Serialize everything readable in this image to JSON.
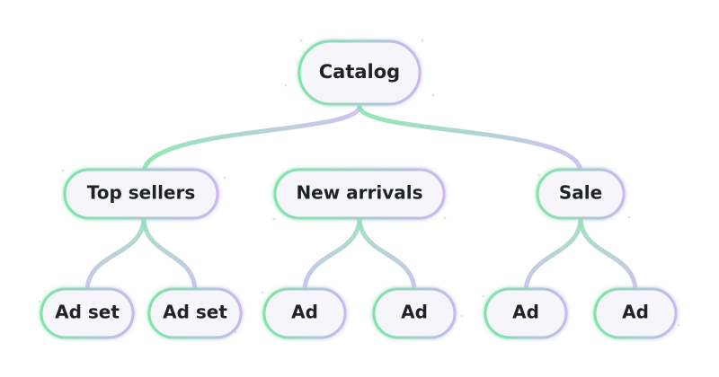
{
  "diagram": {
    "root": {
      "label": "Catalog"
    },
    "mid": [
      {
        "label": "Top sellers"
      },
      {
        "label": "New arrivals"
      },
      {
        "label": "Sale"
      }
    ],
    "leaves": [
      {
        "label": "Ad set"
      },
      {
        "label": "Ad set"
      },
      {
        "label": "Ad"
      },
      {
        "label": "Ad"
      },
      {
        "label": "Ad"
      },
      {
        "label": "Ad"
      }
    ]
  },
  "colors": {
    "node_fill": "#f6f5fb",
    "text": "#1f2328",
    "accent_green": "#7fe3a8",
    "accent_lavender": "#c8b8ef"
  }
}
